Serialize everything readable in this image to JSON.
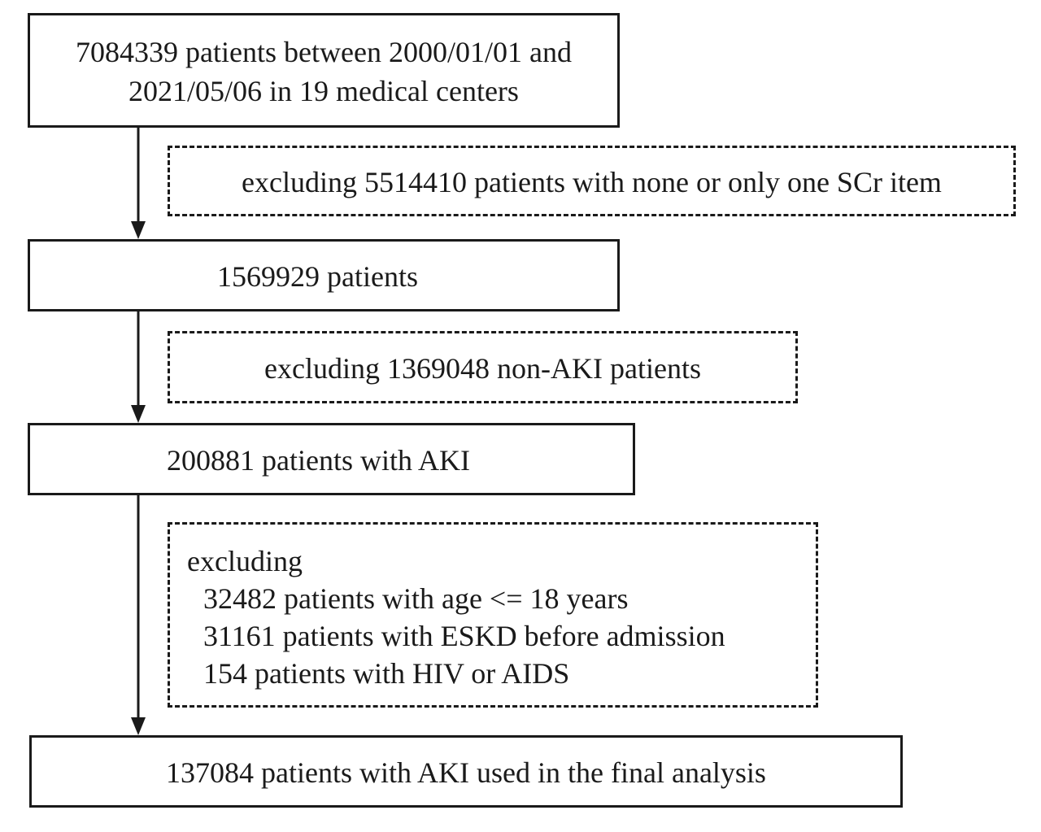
{
  "flow": {
    "start": {
      "line1": "7084339 patients between 2000/01/01 and",
      "line2": "2021/05/06 in 19 medical centers"
    },
    "exclude1": "excluding 5514410 patients with none or only one SCr item",
    "step2": "1569929 patients",
    "exclude2": "excluding 1369048 non-AKI patients",
    "step3": "200881 patients with AKI",
    "exclude3": {
      "heading": "excluding",
      "items": [
        "32482 patients with age <= 18 years",
        "31161 patients with ESKD before admission",
        "154 patients with HIV or AIDS"
      ]
    },
    "final": "137084 patients with AKI used in the final analysis"
  }
}
